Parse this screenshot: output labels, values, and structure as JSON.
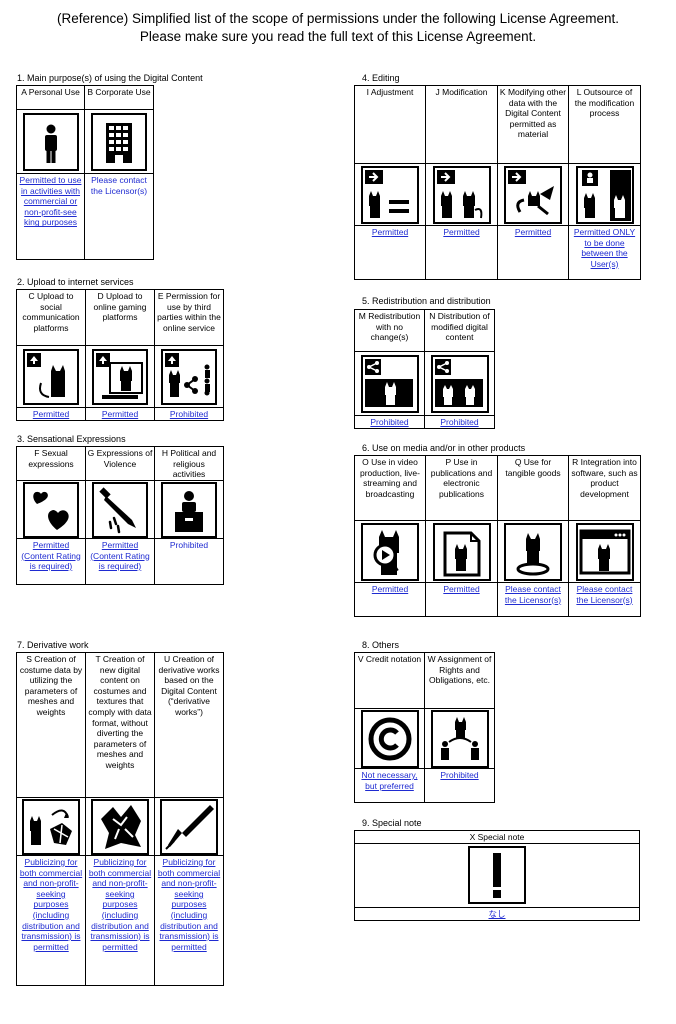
{
  "header": {
    "line1": "(Reference) Simplified list of the scope of permissions under the following License Agreement.",
    "line2": "Please make sure you read the full text of this License Agreement."
  },
  "s1": {
    "title": "1. Main purpose(s) of using the Digital Content",
    "items": [
      {
        "label": "A Personal Use",
        "value": "Permitted to use in activities with commercial or non-profit-see king purposes",
        "icon": "person-icon"
      },
      {
        "label": "B Corporate Use",
        "value": "Please contact the Licensor(s)",
        "icon": "building-icon"
      }
    ]
  },
  "s2": {
    "title": "2. Upload to internet services",
    "items": [
      {
        "label": "C Upload to social communication platforms",
        "value": "Permitted",
        "icon": "upload-social-icon"
      },
      {
        "label": "D Upload to online gaming platforms",
        "value": "Permitted",
        "icon": "upload-gaming-icon"
      },
      {
        "label": "E Permission for use by third parties within the online service",
        "value": "Prohibited",
        "icon": "share-third-party-icon"
      }
    ]
  },
  "s3": {
    "title": "3. Sensational Expressions",
    "items": [
      {
        "label": "F Sexual expressions",
        "value": "Permitted (Content Rating is required)",
        "icon": "hearts-icon"
      },
      {
        "label": "G Expressions of Violence",
        "value": "Permitted (Content Rating is required)",
        "icon": "knife-icon"
      },
      {
        "label": "H Political and religious activities",
        "value": "Prohibited",
        "icon": "podium-icon"
      }
    ]
  },
  "s4": {
    "title": "4. Editing",
    "items": [
      {
        "label": "I Adjustment",
        "value": "Permitted",
        "icon": "adjust-icon"
      },
      {
        "label": "J Modification",
        "value": "Permitted",
        "icon": "modify-icon"
      },
      {
        "label": "K Modifying other data with the Digital Content permitted as material",
        "value": "Permitted",
        "icon": "material-icon"
      },
      {
        "label": "L Outsource of the modification process",
        "value": "Permitted ONLY to be done between the User(s)",
        "icon": "outsource-icon"
      }
    ]
  },
  "s5": {
    "title": "5. Redistribution and distribution",
    "items": [
      {
        "label": "M Redistribution with no change(s)",
        "value": "Prohibited",
        "icon": "redistribute-icon"
      },
      {
        "label": "N Distribution of modified digital content",
        "value": "Prohibited",
        "icon": "distribute-modified-icon"
      }
    ]
  },
  "s6": {
    "title": "6. Use on media and/or in other products",
    "items": [
      {
        "label": "O Use in video production, live-streaming and broadcasting",
        "value": "Permitted",
        "icon": "video-icon"
      },
      {
        "label": "P Use in publications and electronic publications",
        "value": "Permitted",
        "icon": "publication-icon"
      },
      {
        "label": "Q Use for tangible goods",
        "value": "Please contact the Licensor(s)",
        "icon": "figure-goods-icon"
      },
      {
        "label": "R Integration into software, such as product development",
        "value": "Please contact the Licensor(s)",
        "icon": "software-icon"
      }
    ]
  },
  "s7": {
    "title": "7. Derivative work",
    "items": [
      {
        "label": "S Creation of costume data by utilizing the parameters of meshes and weights",
        "value": "Publicizing for both commercial and non-profit-seeking purposes (including distribution and transmission) is permitted",
        "icon": "costume-icon"
      },
      {
        "label": "T Creation of new digital content on costumes and textures that comply with data format, without diverting the parameters of meshes and weights",
        "value": "Publicizing for both commercial and non-profit-seeking purposes (including distribution and transmission) is permitted",
        "icon": "texture-icon"
      },
      {
        "label": "U Creation of derivative works based on the Digital Content (“derivative works”)",
        "value": "Publicizing for both commercial and non-profit-seeking purposes (including distribution and transmission) is permitted",
        "icon": "pen-nib-icon"
      }
    ]
  },
  "s8": {
    "title": "8. Others",
    "items": [
      {
        "label": "V Credit notation",
        "value": "Not necessary, but preferred",
        "icon": "copyright-icon"
      },
      {
        "label": "W Assignment of Rights and Obligations, etc.",
        "value": "Prohibited",
        "icon": "assignment-icon"
      }
    ]
  },
  "s9": {
    "title": "9. Special note",
    "label": "X Special note",
    "value": "なし",
    "icon": "exclamation-icon"
  },
  "colors": {
    "value_text": "#1f2bd1",
    "lines": "#000000"
  }
}
